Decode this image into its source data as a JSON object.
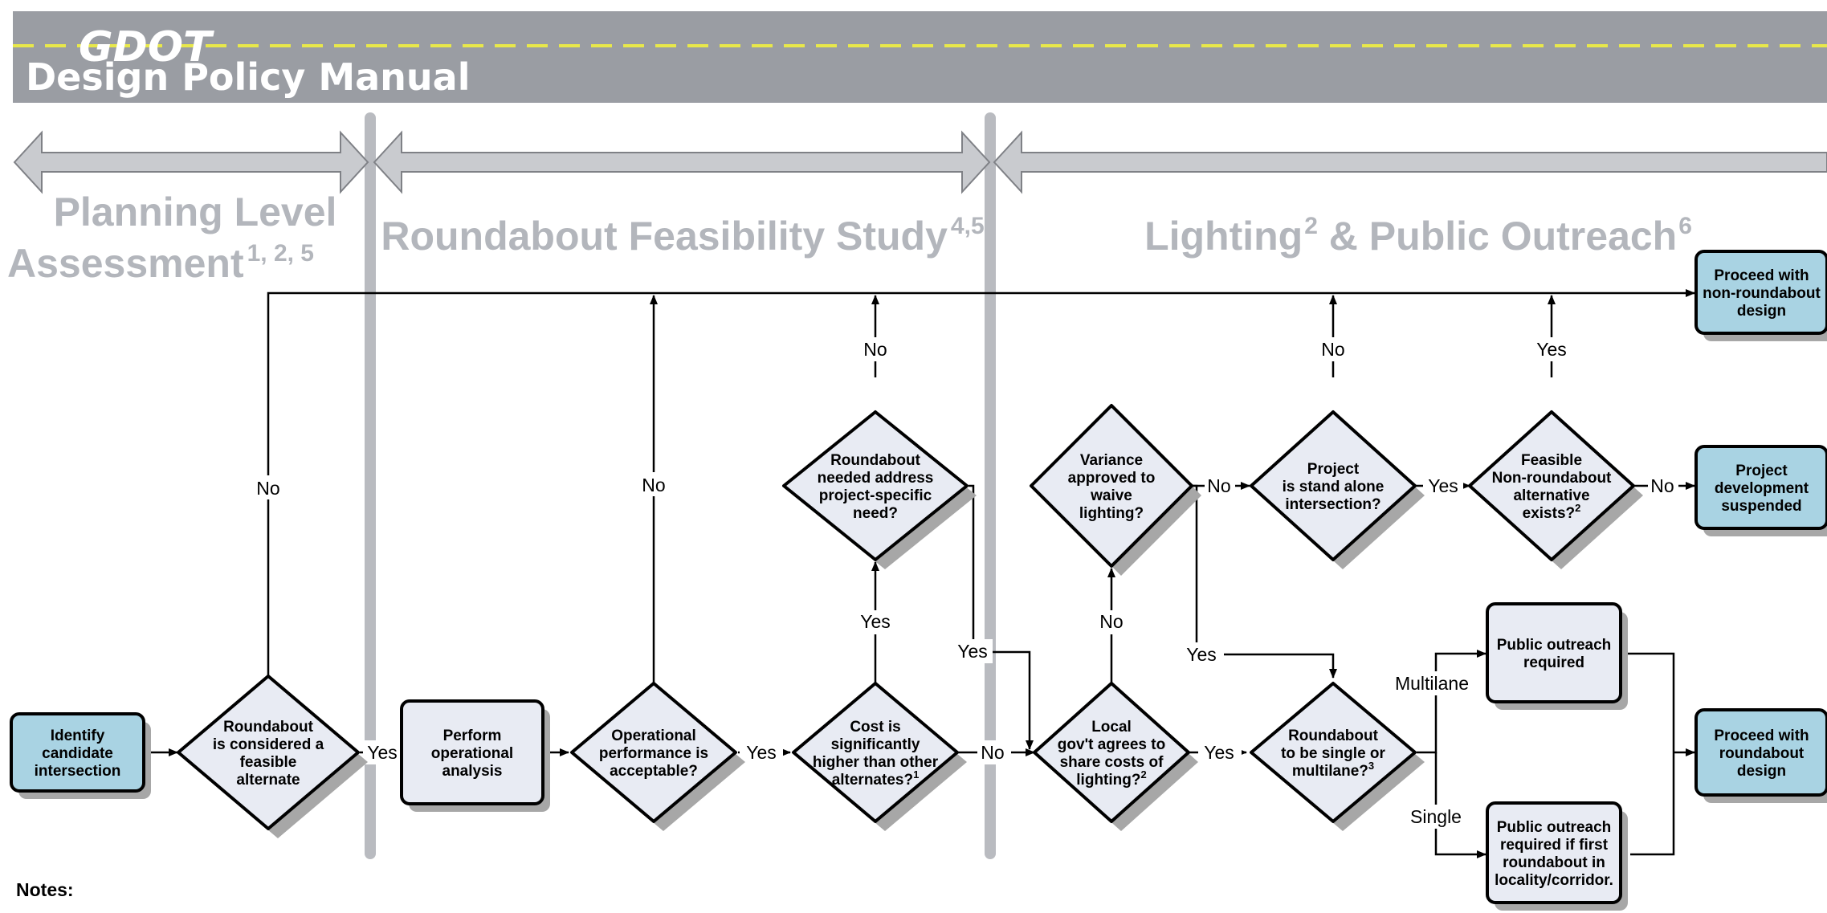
{
  "header": {
    "logo": "GDOT",
    "title": "Design Policy Manual"
  },
  "phases": [
    {
      "line1": "Planning Level",
      "line2": "Assessment",
      "sup": "1, 2, 5"
    },
    {
      "title": "Roundabout Feasibility Study",
      "sup": "4,5"
    },
    {
      "title_a": "Lighting",
      "sup_a": "2",
      "title_b": " & Public Outreach",
      "sup_b": "6"
    }
  ],
  "nodes": {
    "identify": [
      "Identify",
      "candidate",
      "intersection"
    ],
    "feasible": [
      "Roundabout",
      "is considered a",
      "feasible",
      "alternate"
    ],
    "perform": [
      "Perform",
      "operational",
      "analysis"
    ],
    "opperf": [
      "Operational",
      "performance is",
      "acceptable?"
    ],
    "cost": [
      "Cost is",
      "significantly",
      "higher than other",
      "alternates?"
    ],
    "cost_sup": "1",
    "need": [
      "Roundabout",
      "needed address",
      "project-specific",
      "need?"
    ],
    "localgov": [
      "Local",
      "gov't agrees to",
      "share costs of",
      "lighting?"
    ],
    "localgov_sup": "2",
    "variance": [
      "Variance",
      "approved to",
      "waive",
      "lighting?"
    ],
    "standalone": [
      "Project",
      "is stand alone",
      "intersection?"
    ],
    "nonround": [
      "Feasible",
      "Non-roundabout",
      "alternative",
      "exists?"
    ],
    "nonround_sup": "2",
    "singlemulti": [
      "Roundabout",
      "to be single or",
      "multilane?"
    ],
    "singlemulti_sup": "3",
    "outreach_req": [
      "Public outreach",
      "required"
    ],
    "outreach_first": [
      "Public outreach",
      "required if first",
      "roundabout in",
      "locality/corridor."
    ],
    "proceed_non": [
      "Proceed with",
      "non-roundabout",
      "design"
    ],
    "suspended": [
      "Project",
      "development",
      "suspended"
    ],
    "proceed_round": [
      "Proceed with",
      "roundabout",
      "design"
    ]
  },
  "labels": {
    "yes": "Yes",
    "no": "No",
    "multilane": "Multilane",
    "single": "Single"
  },
  "notes_title": "Notes:",
  "colors": {
    "header_bg": "#9a9da3",
    "header_stripe": "#e8e84a",
    "phase_text": "#b3b6bc",
    "arrow_fill": "#c9cbcf",
    "divider": "#b9bbc0",
    "terminal_fill": "#a9d3e3",
    "process_fill": "#e8ebf3",
    "shadow": "#a7a7a7"
  }
}
